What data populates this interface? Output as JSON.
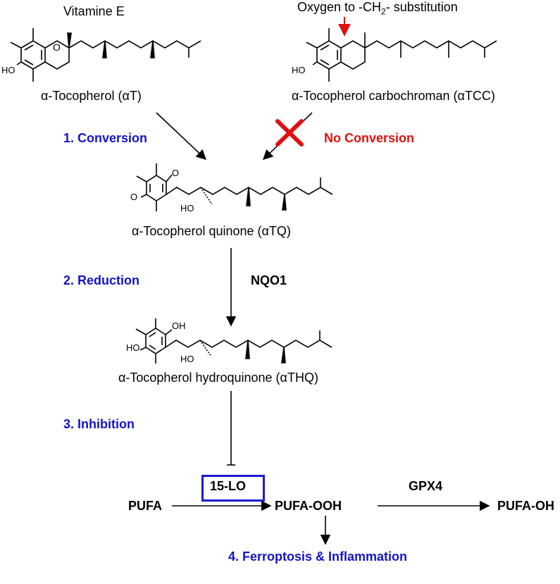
{
  "top": {
    "vitamin_label": "Vitamine E",
    "substitution_prefix": "Oxygen to -CH",
    "substitution_sub": "2",
    "substitution_suffix": "- substitution",
    "compound_at": "α-Tocopherol (αT)",
    "compound_atcc": "α-Tocopherol carbochroman (αTCC)"
  },
  "steps": {
    "conversion": "1. Conversion",
    "no_conversion": "No Conversion",
    "reduction": "2. Reduction",
    "inhibition": "3. Inhibition",
    "ferroptosis": "4. Ferroptosis & Inflammation"
  },
  "compounds": {
    "atq": "α-Tocopherol quinone (αTQ)",
    "athq": "α-Tocopherol hydroquinone (αTHQ)"
  },
  "enzymes": {
    "nqo1": "NQO1",
    "lo15": "15-LO",
    "gpx4": "GPX4"
  },
  "lipids": {
    "pufa": "PUFA",
    "pufa_ooh": "PUFA-OOH",
    "pufa_oh": "PUFA-OH"
  },
  "atom_labels": {
    "oxygen": "O",
    "hydroxyl_left": "HO",
    "hydroxyl_right": "OH"
  },
  "colors": {
    "step_blue": "#1414c8",
    "no_conversion_red": "#e01010",
    "box_blue": "#1a1ad0"
  }
}
